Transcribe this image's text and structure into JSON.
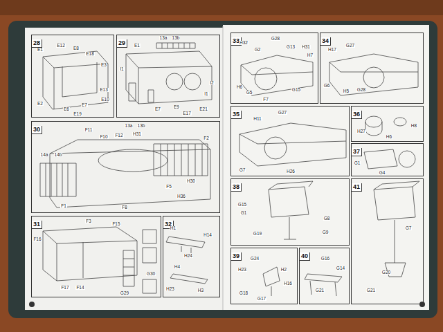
{
  "diagram": {
    "nodes": [
      {
        "text": [
          "28"
        ]
      },
      {
        "text": [
          "29"
        ]
      },
      {
        "text": [
          "30"
        ]
      },
      {
        "text": [
          "31"
        ]
      },
      {
        "text": [
          "32"
        ]
      },
      {
        "text": [
          "33"
        ]
      },
      {
        "text": [
          "34"
        ]
      },
      {
        "text": [
          "35"
        ]
      },
      {
        "text": [
          "36"
        ]
      },
      {
        "text": [
          "37"
        ]
      },
      {
        "text": [
          "38"
        ]
      },
      {
        "text": [
          "41"
        ]
      },
      {
        "text": [
          "39"
        ]
      },
      {
        "text": [
          "40"
        ]
      }
    ],
    "labels": [
      "E1",
      "E12",
      "E8",
      "E18",
      "E3",
      "E2",
      "E6",
      "E7",
      "E13",
      "E19",
      "E10",
      "13a",
      "13b",
      "E1",
      "I1",
      "E9",
      "E21",
      "E17",
      "E7",
      "I2",
      "I1",
      "F11",
      "F10",
      "F12",
      "13a",
      "13b",
      "H31",
      "F2",
      "14a",
      "14b",
      "H30",
      "F1",
      "F8",
      "H36",
      "F5",
      "F3",
      "F15",
      "F16",
      "F17",
      "F14",
      "G29",
      "G30",
      "H1",
      "H14",
      "H24",
      "H4",
      "H23",
      "H3",
      "H32",
      "G2",
      "G28",
      "G13",
      "H31",
      "H7",
      "H6",
      "G5",
      "G15",
      "F7",
      "H17",
      "G27",
      "G6",
      "H5",
      "G28",
      "H11",
      "G27",
      "G7",
      "H26",
      "H27",
      "H8",
      "H6",
      "G1",
      "G4",
      "G15",
      "G1",
      "G19",
      "G8",
      "G9",
      "G24",
      "H23",
      "G18",
      "G17",
      "H16",
      "H2",
      "G16",
      "G14",
      "G21",
      "G7",
      "G20",
      "G21"
    ]
  }
}
